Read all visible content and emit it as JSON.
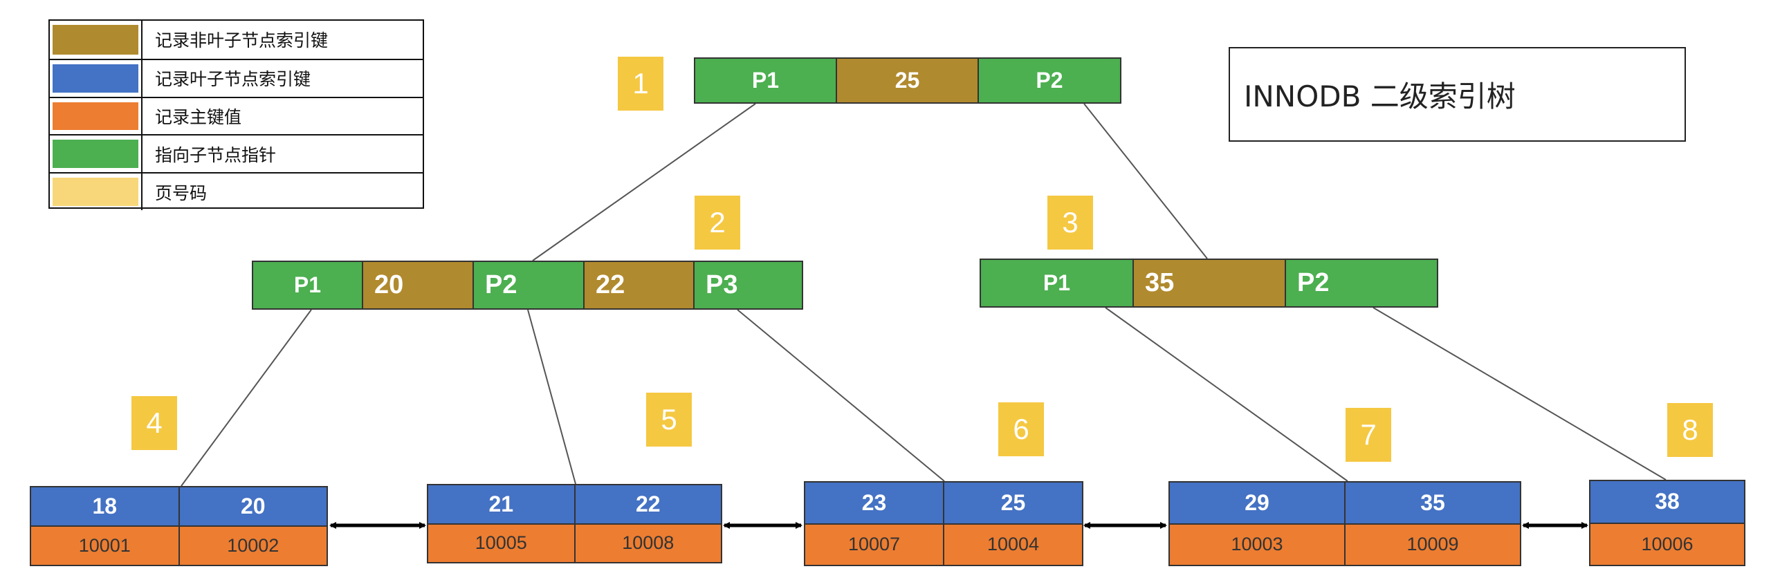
{
  "legend": [
    {
      "label": "记录非叶子节点索引键",
      "color": "#b08a2e"
    },
    {
      "label": "记录叶子节点索引键",
      "color": "#4472c4"
    },
    {
      "label": "记录主键值",
      "color": "#ed7d31"
    },
    {
      "label": "指向子节点指针",
      "color": "#4caf50"
    },
    {
      "label": "页号码",
      "color": "#f7d77a"
    }
  ],
  "title": "INNODB 二级索引树",
  "colors": {
    "pointer": "#4caf50",
    "nonleaf_key": "#b08a2e",
    "leaf_key": "#4472c4",
    "primary_key": "#ed7d31",
    "page_badge": "#f5c842"
  },
  "pages": [
    "1",
    "2",
    "3",
    "4",
    "5",
    "6",
    "7",
    "8"
  ],
  "root": {
    "cells": [
      "P1",
      "25",
      "P2"
    ]
  },
  "internal_left": {
    "cells": [
      "P1",
      "20",
      "P2",
      "22",
      "P3"
    ]
  },
  "internal_right": {
    "cells": [
      "P1",
      "35",
      "P2"
    ]
  },
  "leaves": [
    {
      "keys": [
        "18",
        "20"
      ],
      "pks": [
        "10001",
        "10002"
      ]
    },
    {
      "keys": [
        "21",
        "22"
      ],
      "pks": [
        "10005",
        "10008"
      ]
    },
    {
      "keys": [
        "23",
        "25"
      ],
      "pks": [
        "10007",
        "10004"
      ]
    },
    {
      "keys": [
        "29",
        "35"
      ],
      "pks": [
        "10003",
        "10009"
      ]
    },
    {
      "keys": [
        "38"
      ],
      "pks": [
        "10006"
      ]
    }
  ]
}
